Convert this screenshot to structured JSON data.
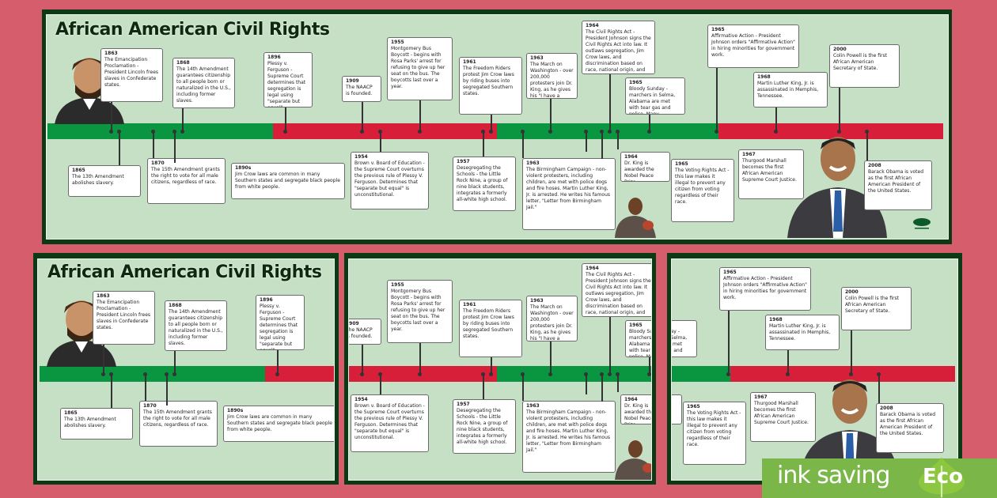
{
  "title": "African American Civil Rights",
  "colors": {
    "green": "#0a9641",
    "red": "#d71f3a",
    "panel_bg": "#c6e0c5",
    "border": "#0b3a15",
    "page_bg": "#d55d6c",
    "eco": "#7ab648"
  },
  "events": [
    {
      "year": "1863",
      "text": "The Emancipation Proclamation - President Lincoln frees slaves in Confederate states."
    },
    {
      "year": "1868",
      "text": "The 14th Amendment guarantees citizenship to all people born or naturalized in the U.S., including former slaves."
    },
    {
      "year": "1896",
      "text": "Plessy v. Ferguson - Supreme Court determines that segregation is legal using \"separate but equal\" argument."
    },
    {
      "year": "1909",
      "text": "The NAACP is founded."
    },
    {
      "year": "1955",
      "text": "Montgomery Bus Boycott - begins with Rosa Parks' arrest for refusing to give up her seat on the bus. The boycotts last over a year."
    },
    {
      "year": "1961",
      "text": "The Freedom Riders protest Jim Crow laws by riding buses into segregated Southern states."
    },
    {
      "year": "1963",
      "text": "The March on Washington - over 200,000 protesters join Dr. King, as he gives his \"I have a dream...\" speech."
    },
    {
      "year": "1964",
      "text": "The Civil Rights Act - President Johnson signs the Civil Rights Act into law. It outlaws segregation, Jim Crow laws, and discrimination based on race, national origin, and gender."
    },
    {
      "year": "1965",
      "text": "Bloody Sunday - marchers in Selma, Alabama are met with tear gas and police. Many marchers were injured."
    },
    {
      "year": "1965",
      "text": "Affirmative Action - President Johnson orders \"Affirmative Action\" in hiring minorities for government work."
    },
    {
      "year": "1968",
      "text": "Martin Luther King, Jr. is assassinated in Memphis, Tennessee."
    },
    {
      "year": "2000",
      "text": "Colin Powell is the first African American Secretary of State."
    },
    {
      "year": "1865",
      "text": "The 13th Amendment abolishes slavery."
    },
    {
      "year": "1870",
      "text": "The 15th Amendment grants the right to vote for all male citizens, regardless of race."
    },
    {
      "year": "1890s",
      "text": "Jim Crow laws are common in many Southern states and segregate black people from white people."
    },
    {
      "year": "1954",
      "text": "Brown v. Board of Education - the Supreme Court overturns the previous rule of Plessy V. Ferguson. Determines that \"separate but equal\" is unconstitutional."
    },
    {
      "year": "1957",
      "text": "Desegregating the Schools - the Little Rock Nine, a group of nine black students, integrates a formerly all-white high school."
    },
    {
      "year": "1963",
      "text": "The Birmingham Campaign - non-violent protesters, including children, are met with police dogs and fire hoses. Martin Luther King, Jr. is arrested. He writes his famous letter, \"Letter from Birmingham Jail.\""
    },
    {
      "year": "1964",
      "text": "Dr. King is awarded the Nobel Peace Prize."
    },
    {
      "year": "1965",
      "text": "The Voting Rights Act - this law makes it illegal to prevent any citizen from voting regardless of their race."
    },
    {
      "year": "1967",
      "text": "Thurgood Marshall becomes the first African American Supreme Court Justice."
    },
    {
      "year": "2008",
      "text": "Barack Obama is voted as the first African American President of the United States."
    }
  ],
  "eco_badge": {
    "label": "ink saving",
    "word": "Eco"
  }
}
